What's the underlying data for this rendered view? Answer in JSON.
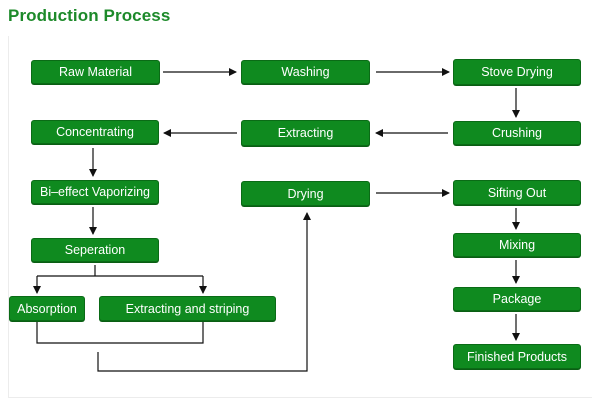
{
  "title": "Production Process",
  "accent_color": "#0f8a1f",
  "steps": {
    "raw_material": "Raw Material",
    "washing": "Washing",
    "stove_drying": "Stove Drying",
    "concentrating": "Concentrating",
    "extracting": "Extracting",
    "crushing": "Crushing",
    "bi_effect": "Bi–effect Vaporizing",
    "drying": "Drying",
    "sifting_out": "Sifting Out",
    "seperation": "Seperation",
    "mixing": "Mixing",
    "absorption": "Absorption",
    "extracting_striping": "Extracting and striping",
    "package": "Package",
    "finished": "Finished Products"
  }
}
